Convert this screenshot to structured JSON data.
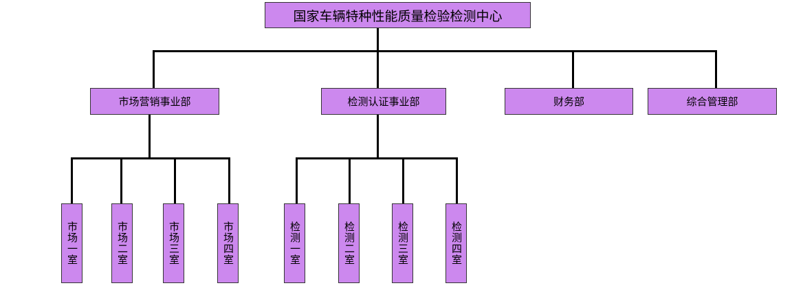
{
  "root": {
    "label": "国家车辆特种性能质量检验检测中心"
  },
  "departments": [
    {
      "label": "市场营销事业部"
    },
    {
      "label": "检测认证事业部"
    },
    {
      "label": "财务部"
    },
    {
      "label": "综合管理部"
    }
  ],
  "market_rooms": [
    {
      "label": "市场一室"
    },
    {
      "label": "市场二室"
    },
    {
      "label": "市场三室"
    },
    {
      "label": "市场四室"
    }
  ],
  "test_rooms": [
    {
      "label": "检测一室"
    },
    {
      "label": "检测二室"
    },
    {
      "label": "检测三室"
    },
    {
      "label": "检测四室"
    }
  ],
  "colors": {
    "box_fill": "#cc88ee",
    "box_border": "#333333",
    "connector": "#000000"
  }
}
